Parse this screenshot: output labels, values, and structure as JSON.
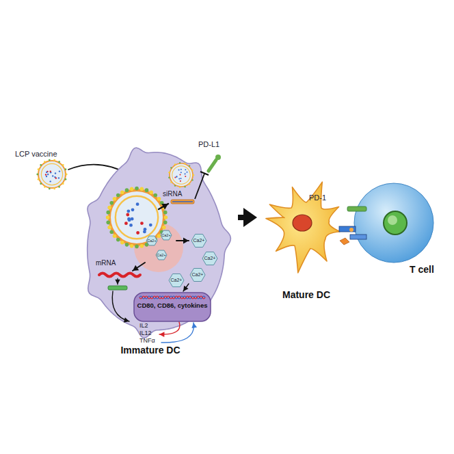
{
  "diagram": {
    "nodes": [
      {
        "text": [
          "Immature DC"
        ]
      },
      {
        "text": [
          "CD80, CD86, cytokines"
        ],
        "in": 0
      },
      {
        "text": [
          "Mature DC"
        ]
      },
      {
        "text": [
          "T cell"
        ]
      }
    ],
    "edges": [
      {
        "from": 0,
        "to": 2,
        "arrow": "to"
      }
    ],
    "labels": [
      "LCP vaccine",
      "siRNA",
      "PD-L1",
      "mRNA",
      "Ca2+",
      "Ca2+",
      "Ca2+",
      "Ca2+",
      "Ca2+",
      "Ca2+",
      "Ca2+",
      "IL2",
      "IL12",
      "TNFα",
      "PD-1"
    ]
  }
}
